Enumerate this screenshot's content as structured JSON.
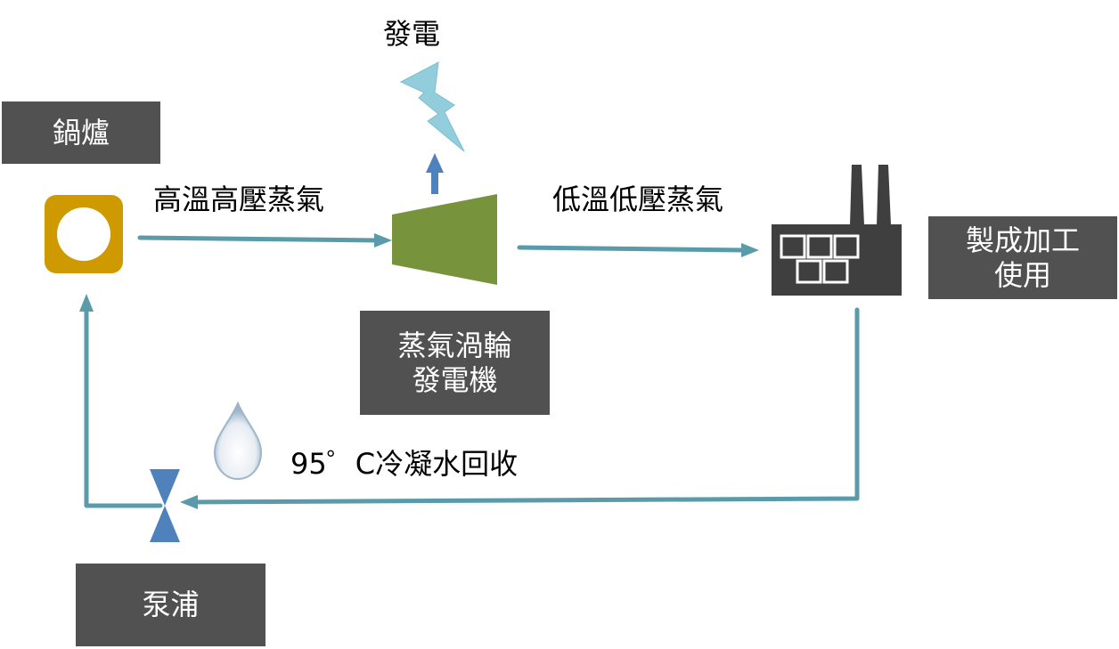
{
  "labels": {
    "power": "發電",
    "boiler": "鍋爐",
    "high_steam": "高溫高壓蒸氣",
    "low_steam": "低溫低壓蒸氣",
    "turbine_line1": "蒸氣渦輪",
    "turbine_line2": "發電機",
    "process_line1": "製成加工",
    "process_line2": "使用",
    "condensate": "95゜C冷凝水回收",
    "pump": "泵浦"
  },
  "icons": {
    "boiler": "boiler-icon",
    "turbine": "turbine-icon",
    "factory": "factory-icon",
    "lightning": "lightning-icon",
    "droplet": "water-drop-icon",
    "pump": "valve-icon"
  },
  "colors": {
    "box_fill": "#515151",
    "flow_line": "#5a9bab",
    "boiler_fill": "#cf9a00",
    "turbine_fill": "#77933c",
    "factory_fill": "#3f3f3f",
    "lightning_fill": "#92cddc",
    "pump_fill": "#4f81bd",
    "up_arrow": "#4f81bd"
  }
}
